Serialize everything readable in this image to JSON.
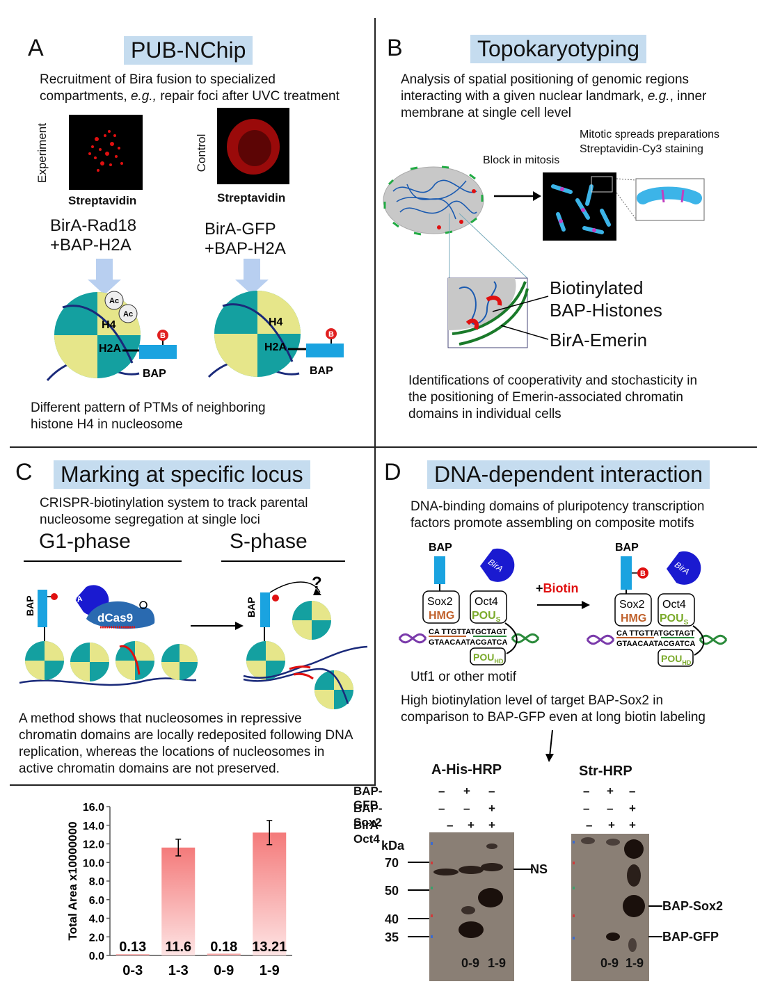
{
  "panelA": {
    "letter": "A",
    "title": "PUB-NChip",
    "desc_line1": "Recruitment of Bira fusion to specialized",
    "desc_line2_a": "compartments, ",
    "desc_line2_eg": "e.g.,",
    "desc_line2_b": " repair foci after UVC treatment",
    "label_experiment": "Experiment",
    "label_control": "Control",
    "streptavidin_left": "Streptavidin",
    "streptavidin_right": "Streptavidin",
    "construct_left_1": "BirA-Rad18",
    "construct_left_2": "+BAP-H2A",
    "construct_right_1": "BirA-GFP",
    "construct_right_2": "+BAP-H2A",
    "ac": "Ac",
    "h4": "H4",
    "h2a": "H2A",
    "b": "B",
    "bap": "BAP",
    "footer_1": "Different pattern of PTMs of neighboring",
    "footer_2": "histone H4 in nucleosome"
  },
  "panelB": {
    "letter": "B",
    "title": "Topokaryotyping",
    "desc_line1": "Analysis of spatial positioning of genomic regions",
    "desc_line2_a": "interacting with a given nuclear landmark, ",
    "desc_line2_eg": "e.g.",
    "desc_line2_b": ", inner",
    "desc_line3": "membrane at single cell level",
    "mitotic_1": "Mitotic spreads preparations",
    "mitotic_2": "Streptavidin-Cy3 staining",
    "block": "Block in mitosis",
    "biotinylated_1": "Biotinylated",
    "biotinylated_2": "BAP-Histones",
    "bira_emerin": "BirA-Emerin",
    "footer_1": "Identifications of cooperativity and stochasticity in",
    "footer_2": "the positioning of Emerin-associated chromatin",
    "footer_3": "domains in individual cells"
  },
  "panelC": {
    "letter": "C",
    "title": "Marking at specific locus",
    "desc_1": "CRISPR-biotinylation system to track parental",
    "desc_2": "nucleosome segregation at single loci",
    "g1": "G1-phase",
    "s": "S-phase",
    "bap": "BAP",
    "bira": "BirA",
    "dcas9": "dCas9",
    "question": "?",
    "footer_1": "A method shows that nucleosomes in repressive",
    "footer_2": "chromatin domains are locally redeposited following DNA",
    "footer_3": "replication, whereas the locations of nucleosomes in",
    "footer_4": "active chromatin domains are not preserved."
  },
  "panelD": {
    "letter": "D",
    "title": "DNA-dependent interaction",
    "desc_1": "DNA-binding domains of pluripotency transcription",
    "desc_2": "factors promote assembling on composite motifs",
    "bap": "BAP",
    "bira": "BirA",
    "sox2": "Sox2",
    "hmg": "HMG",
    "oct4": "Oct4",
    "pou": "POU",
    "pou_sub_s": "S",
    "pou_sub_hd": "HD",
    "seq_top": "CA TTGTTATGCTAGT",
    "seq_bottom": "GTAACAATACGATCA",
    "plus_biotin_plus": "+",
    "plus_biotin": "Biotin",
    "motif": "Utf1 or other motif",
    "footer_1": "High biotinylation level of target BAP-Sox2 in",
    "footer_2": "comparison to BAP-GFP even at long biotin labeling"
  },
  "blot": {
    "title_left": "A-His-HRP",
    "title_right": "Str-HRP",
    "rows": [
      {
        "label": "BAP-GFP",
        "left": [
          "–",
          "+",
          "–"
        ],
        "right": [
          "–",
          "+",
          "–"
        ]
      },
      {
        "label": "BAP-Sox2",
        "left": [
          "–",
          "–",
          "+"
        ],
        "right": [
          "–",
          "–",
          "+"
        ]
      },
      {
        "label": "BirA-Oct4",
        "left": [
          "–",
          "+",
          "+"
        ],
        "right": [
          "–",
          "+",
          "+"
        ]
      }
    ],
    "kda": "kDa",
    "markers": [
      "70",
      "50",
      "40",
      "35"
    ],
    "ns": "NS",
    "bap_sox2": "BAP-Sox2",
    "bap_gfp": "BAP-GFP",
    "lane_left_1": "0-9",
    "lane_left_2": "1-9",
    "lane_right_1": "0-9",
    "lane_right_2": "1-9"
  },
  "chart_data": {
    "type": "bar",
    "ylabel": "Total Area  x10000000",
    "categories": [
      "0-3",
      "1-3",
      "0-9",
      "1-9"
    ],
    "values": [
      0.13,
      11.6,
      0.18,
      13.21
    ],
    "value_labels": [
      "0.13",
      "11.6",
      "0.18",
      "13.21"
    ],
    "error": [
      0.05,
      0.9,
      0.05,
      1.3
    ],
    "ylim": [
      0,
      16
    ],
    "yticks": [
      "0.0",
      "2.0",
      "4.0",
      "6.0",
      "8.0",
      "10.0",
      "12.0",
      "14.0",
      "16.0"
    ],
    "bar_color": "#f48080"
  }
}
